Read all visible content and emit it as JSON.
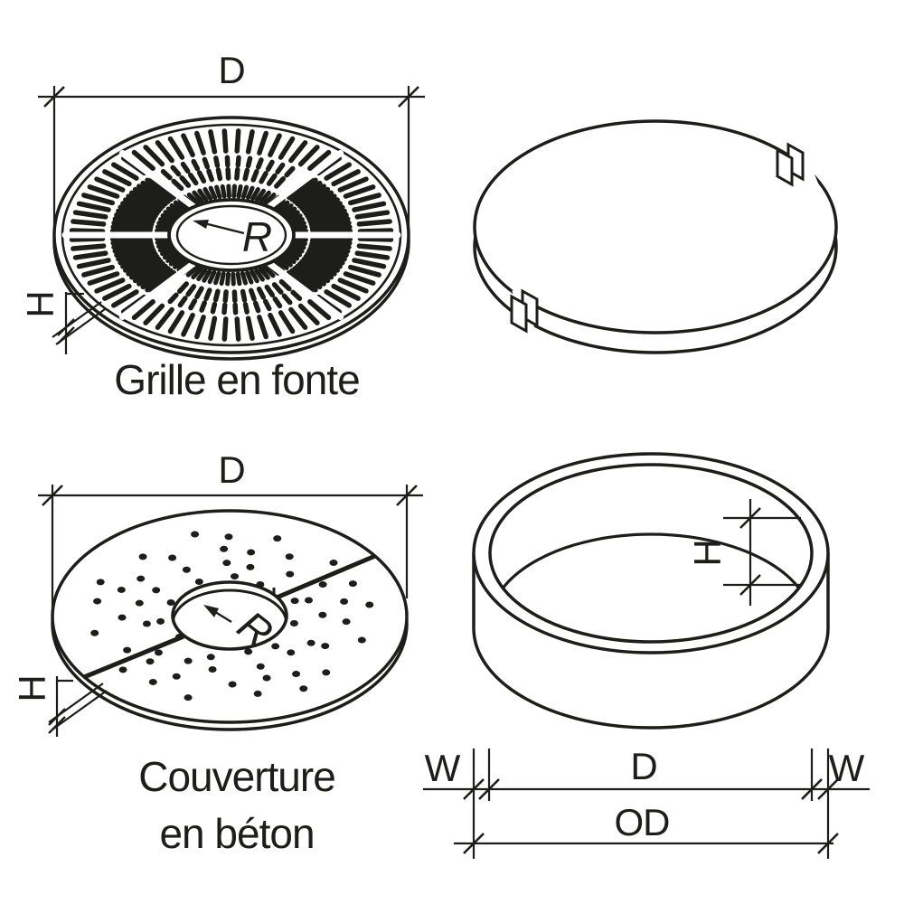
{
  "figures": {
    "grate": {
      "caption": "Grille en fonte",
      "diameter_label": "D",
      "radius_label": "R",
      "height_label": "H"
    },
    "cover": {
      "caption_line1": "Couverture",
      "caption_line2": "en béton",
      "diameter_label": "D",
      "radius_label": "R",
      "height_label": "H"
    },
    "ring": {
      "height_label": "H",
      "inner_diameter_label": "D",
      "outer_diameter_label": "OD",
      "wall_left_label": "W",
      "wall_right_label": "W"
    }
  },
  "colors": {
    "line": "#1d1d1b",
    "background": "#ffffff"
  }
}
